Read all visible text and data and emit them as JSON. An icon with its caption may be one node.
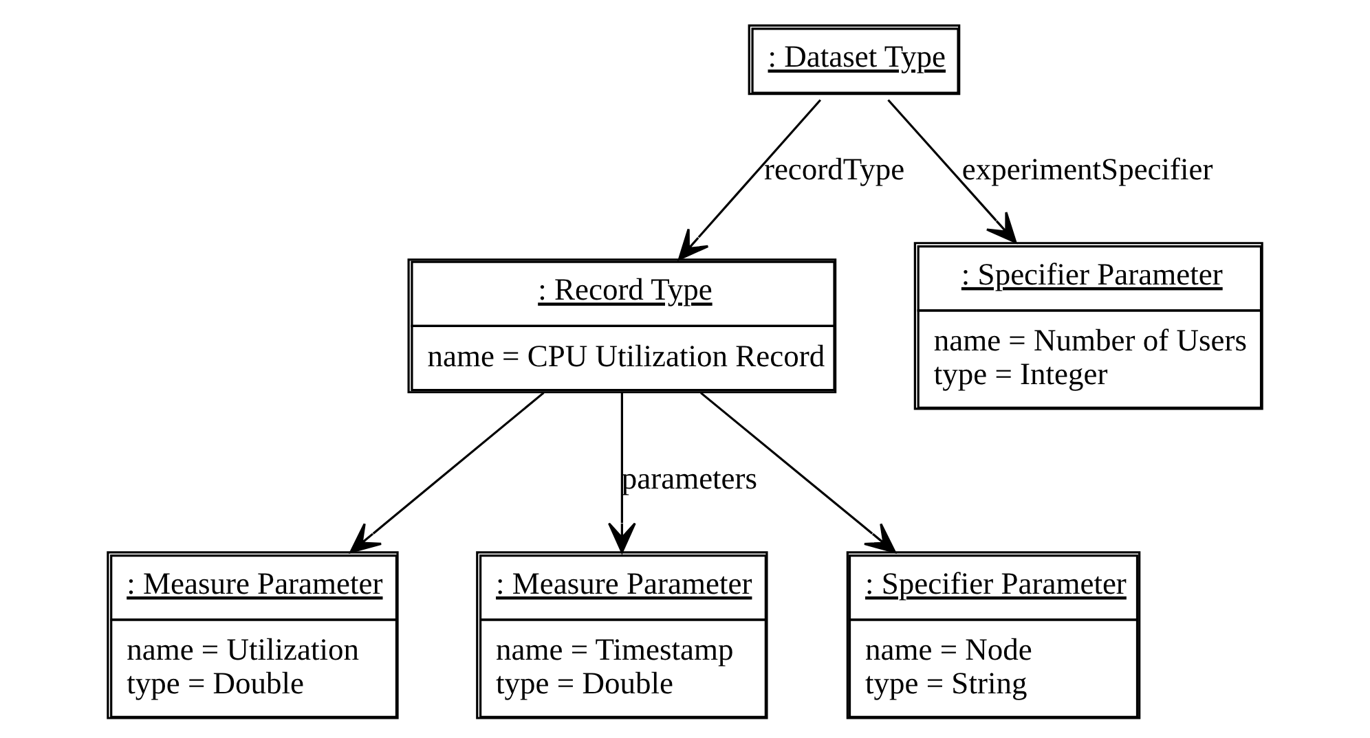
{
  "diagram": {
    "nodes": [
      {
        "text": [
          ": Dataset Type"
        ]
      },
      {
        "text": [
          ": Record Type",
          "name = CPU Utilization Record"
        ]
      },
      {
        "text": [
          ": Specifier Parameter",
          "name = Number of Users",
          "type = Integer"
        ]
      },
      {
        "text": [
          ": Measure Parameter",
          "name = Utilization",
          "type = Double"
        ]
      },
      {
        "text": [
          ": Measure Parameter",
          "name = Timestamp",
          "type = Double"
        ]
      },
      {
        "text": [
          ": Specifier Parameter",
          "name = Node",
          "type = String"
        ]
      }
    ],
    "edges": [
      {
        "from": 0,
        "to": 1,
        "arrow": "to",
        "label": "recordType"
      },
      {
        "from": 0,
        "to": 2,
        "arrow": "to",
        "label": "experimentSpecifier"
      },
      {
        "from": 1,
        "to": 3,
        "arrow": "to"
      },
      {
        "from": 1,
        "to": 4,
        "arrow": "to",
        "label": "parameters"
      },
      {
        "from": 1,
        "to": 5,
        "arrow": "to"
      }
    ]
  }
}
